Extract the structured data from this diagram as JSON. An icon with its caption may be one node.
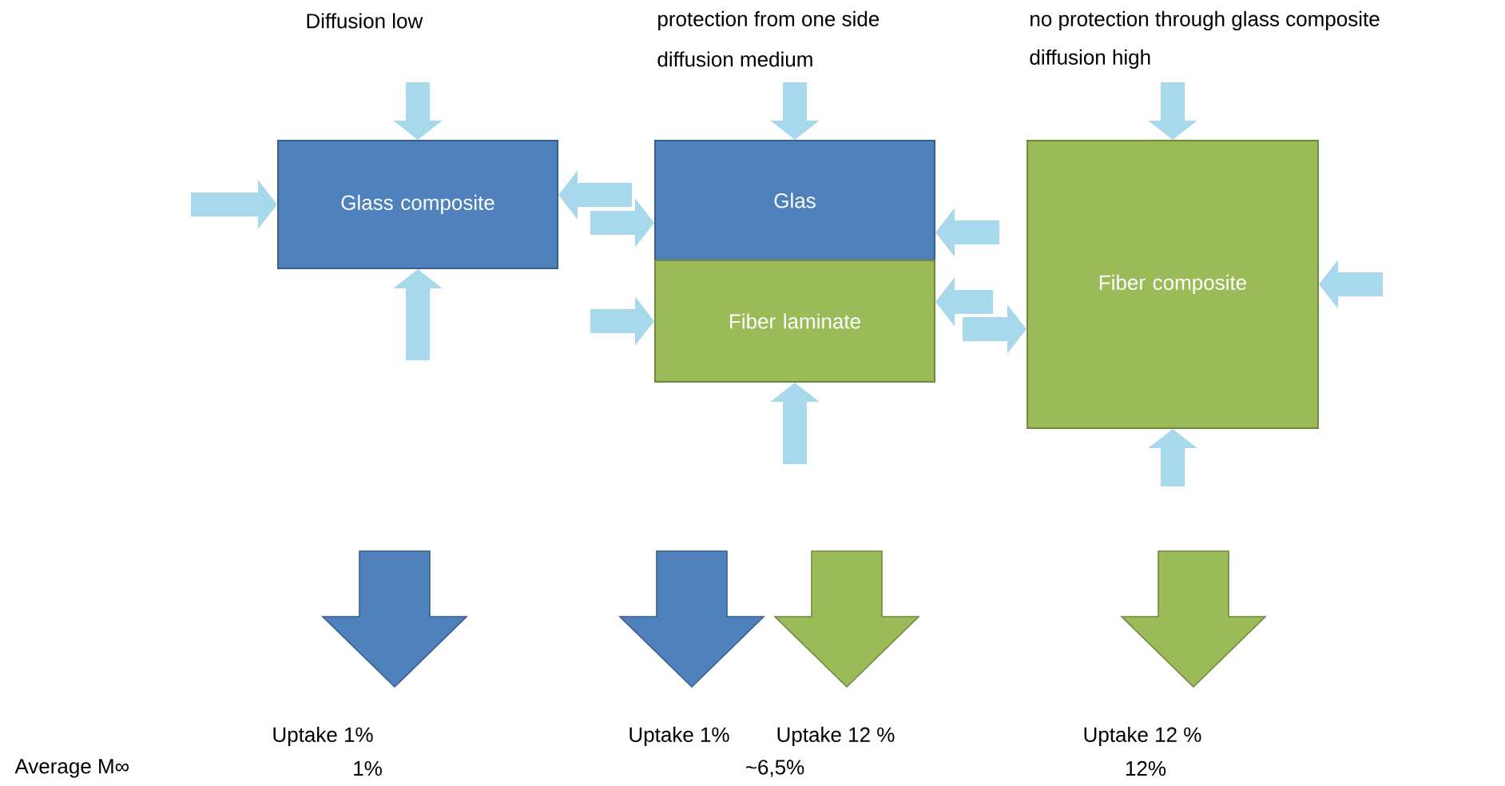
{
  "diagram": {
    "nodes": [
      {
        "text": [
          "Glass  composite"
        ]
      },
      {
        "text": [
          "Glas"
        ]
      },
      {
        "text": [
          "Fiber laminate"
        ]
      },
      {
        "text": [
          "Fiber composite"
        ]
      }
    ],
    "edges": [
      {
        "from": null,
        "to": 0,
        "arrow": "to"
      },
      {
        "from": null,
        "to": 0,
        "arrow": "to"
      },
      {
        "from": null,
        "to": 0,
        "arrow": "to"
      },
      {
        "from": null,
        "to": 0,
        "arrow": "to"
      },
      {
        "from": null,
        "to": 1,
        "arrow": "to"
      },
      {
        "from": null,
        "to": 1,
        "arrow": "to"
      },
      {
        "from": null,
        "to": 1,
        "arrow": "to"
      },
      {
        "from": null,
        "to": 2,
        "arrow": "to"
      },
      {
        "from": null,
        "to": 2,
        "arrow": "to"
      },
      {
        "from": null,
        "to": 2,
        "arrow": "to"
      },
      {
        "from": null,
        "to": 3,
        "arrow": "to"
      },
      {
        "from": null,
        "to": 3,
        "arrow": "to"
      },
      {
        "from": null,
        "to": 3,
        "arrow": "to"
      },
      {
        "from": null,
        "to": 3,
        "arrow": "to"
      }
    ],
    "labels": [
      "Diffusion low",
      "protection from one side",
      "diffusion medium",
      "no protection through glass composite",
      "diffusion high",
      "Uptake 1%",
      "Uptake 1%",
      "Uptake 12 %",
      "Uptake 12 %",
      "Average  M∞",
      "1%",
      "~6,5%",
      "12%"
    ]
  }
}
